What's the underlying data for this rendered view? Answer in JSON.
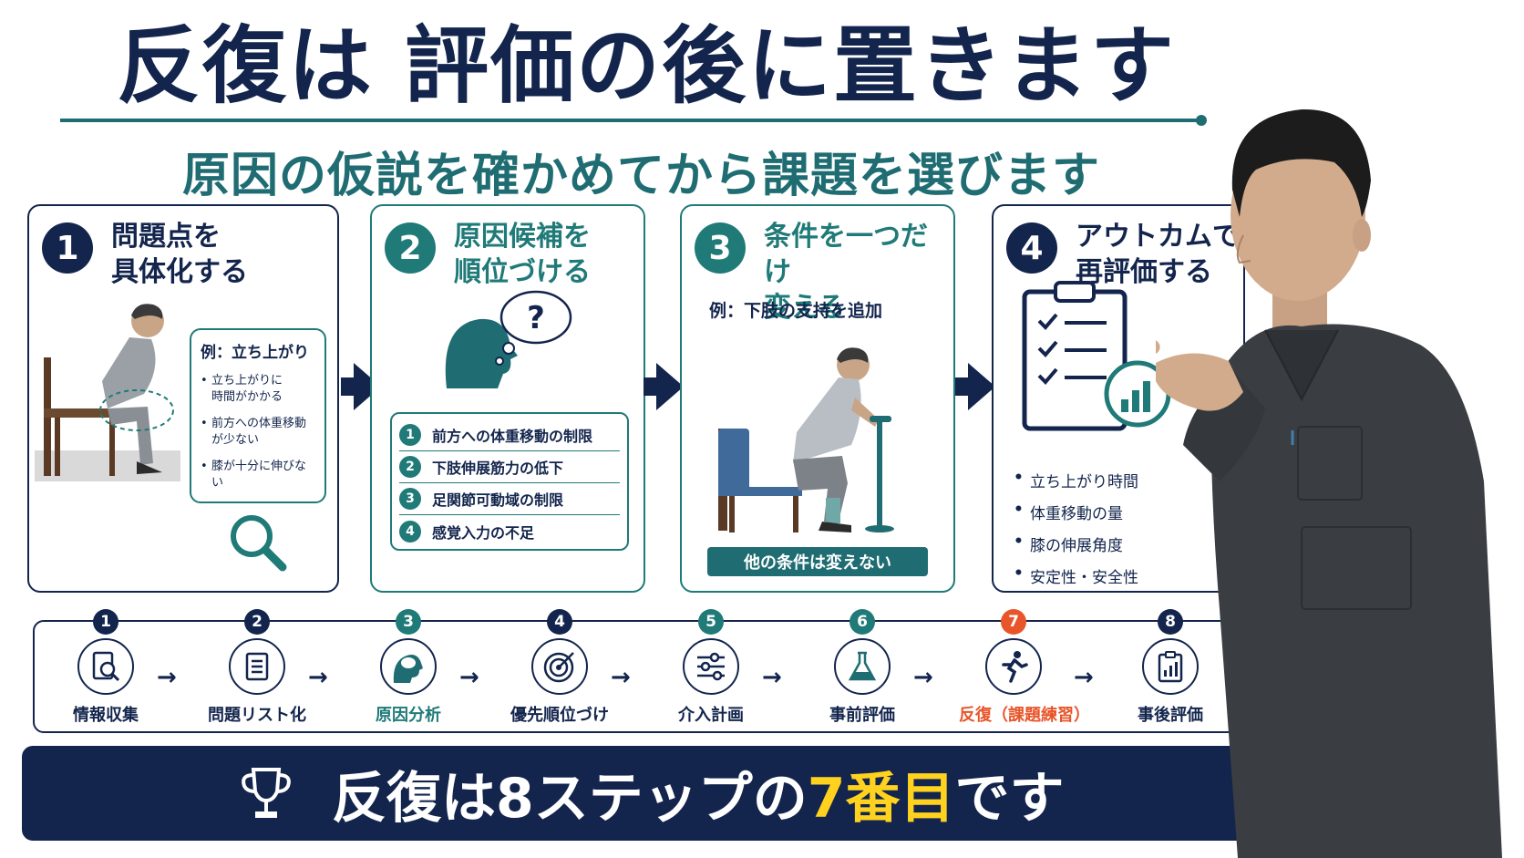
{
  "title": "反復は 評価の後に置きます",
  "subtitle": "原因の仮説を確かめてから課題を選びます",
  "cards": [
    {
      "num": "1",
      "title": "問題点を\n具体化する",
      "example": "例：立ち上がり",
      "bullets": [
        "立ち上がりに\n時間がかかる",
        "前方への体重移動\nが少ない",
        "膝が十分に伸びない"
      ],
      "icon": "magnifier-icon"
    },
    {
      "num": "2",
      "title": "原因候補を\n順位づける",
      "icon": "head-question-icon",
      "list": [
        {
          "n": "1",
          "text": "前方への体重移動の制限"
        },
        {
          "n": "2",
          "text": "下肢伸展筋力の低下"
        },
        {
          "n": "3",
          "text": "足関節可動域の制限"
        },
        {
          "n": "4",
          "text": "感覚入力の不足"
        }
      ]
    },
    {
      "num": "3",
      "title": "条件を一つだけ\n変える",
      "example": "例：下肢の支持を追加",
      "banner": "他の条件は変えない"
    },
    {
      "num": "4",
      "title": "アウトカムで\n再評価する",
      "icon": "clipboard-chart-icon",
      "bullets": [
        "立ち上がり時間",
        "体重移動の量",
        "膝の伸展角度",
        "安定性・安全性"
      ]
    }
  ],
  "steps": [
    {
      "n": "1",
      "label": "情報収集",
      "icon": "document-search-icon"
    },
    {
      "n": "2",
      "label": "問題リスト化",
      "icon": "list-document-icon"
    },
    {
      "n": "3",
      "label": "原因分析",
      "icon": "brain-icon"
    },
    {
      "n": "4",
      "label": "優先順位づけ",
      "icon": "target-icon"
    },
    {
      "n": "5",
      "label": "介入計画",
      "icon": "sliders-icon"
    },
    {
      "n": "6",
      "label": "事前評価",
      "icon": "flask-icon"
    },
    {
      "n": "7",
      "label": "反復（課題練習）",
      "icon": "running-person-icon"
    },
    {
      "n": "8",
      "label": "事後評価",
      "icon": "clipboard-chart-icon"
    }
  ],
  "banner": {
    "text_before": "反復は8ステップの",
    "highlight": "7番目",
    "text_after": "です",
    "icon": "trophy-icon"
  },
  "colors": {
    "navy": "#13254d",
    "teal": "#1f7a78",
    "orange": "#e8552a",
    "yellow": "#ffd21f"
  }
}
